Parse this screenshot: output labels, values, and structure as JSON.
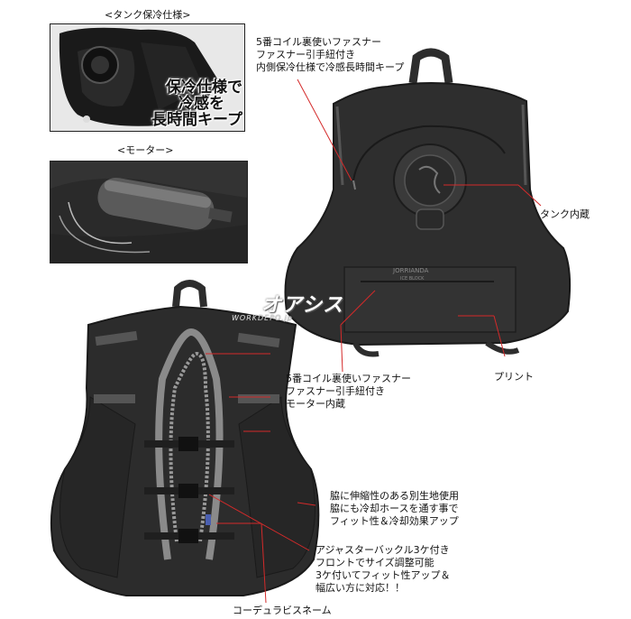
{
  "captions": {
    "tank_spec": "<タンク保冷仕様>",
    "motor": "<モーター>"
  },
  "tank_photo_text": [
    "保冷仕様で",
    "冷感を",
    "長時間キープ"
  ],
  "annotations": {
    "back_zipper": [
      "5番コイル裏使いファスナー",
      "ファスナー引手紐付き",
      "内側保冷仕様で冷感長時間キープ"
    ],
    "tank_builtin": "タンク内蔵",
    "front_zipper": [
      "5番コイル裏使いファスナー",
      "ファスナー引手紐付き",
      "モーター内蔵"
    ],
    "print": "プリント",
    "side_stretch": [
      "脇に伸縮性のある別生地使用",
      "脇にも冷却ホースを通す事で",
      "フィット性＆冷却効果アップ"
    ],
    "adjuster": [
      "アジャスターバックル3ケ付き",
      "フロントでサイズ調整可能",
      "3ケ付いてフィット性アップ＆",
      "幅広い方に対応！！"
    ],
    "cordura": "コーデュラビスネーム"
  },
  "watermark": {
    "main": "オアシス",
    "sub": "WORKDEPO.jp"
  },
  "colors": {
    "vest_dark": "#2b2b2b",
    "vest_mid": "#3a3a3a",
    "leader_line": "#d42a2a",
    "text": "#111111"
  }
}
